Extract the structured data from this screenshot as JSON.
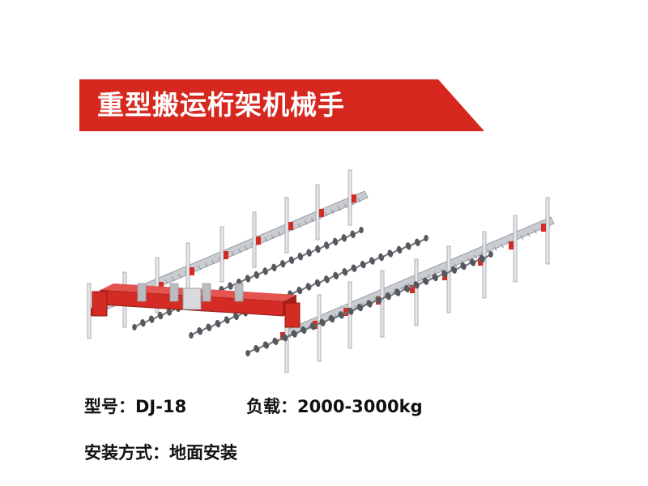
{
  "banner": {
    "title": "重型搬运桁架机械手",
    "color": "#d6281f"
  },
  "illustration": {
    "accent_color": "#d42b24",
    "rail_color": "#9a9ea4"
  },
  "specs": {
    "model_label": "型号：DJ-18",
    "load_label": "负载：2000-3000kg",
    "install_label": "安装方式：地面安装"
  }
}
